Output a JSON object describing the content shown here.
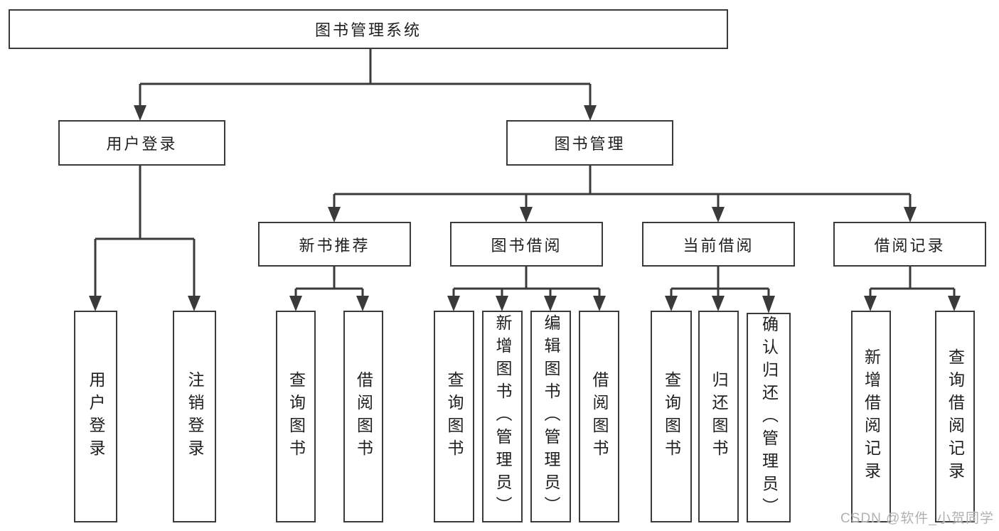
{
  "diagram": {
    "root": "图书管理系统",
    "user_login": "用户登录",
    "book_management": "图书管理",
    "user_login_children": [
      "用户登录",
      "注销登录"
    ],
    "modules": [
      "新书推荐",
      "图书借阅",
      "当前借阅",
      "借阅记录"
    ],
    "recommend_children": [
      "查询图书",
      "借阅图书"
    ],
    "borrow_children": [
      "查询图书",
      "新增图书（管理员）",
      "编辑图书（管理员）",
      "借阅图书"
    ],
    "current_children": [
      "查询图书",
      "归还图书",
      "确认归还（管理员）"
    ],
    "records_children": [
      "新增借阅记录",
      "查询借阅记录"
    ]
  },
  "watermark": "CSDN @软件_小贺同学",
  "colors": {
    "line": "#3a3a3a",
    "text": "#1f1f1f",
    "background": "#ffffff",
    "watermark": "#b3b0b0"
  }
}
